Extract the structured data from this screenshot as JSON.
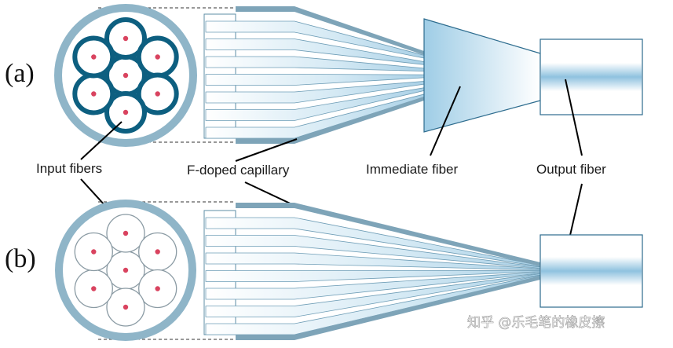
{
  "labels": {
    "panel_a": "(a)",
    "panel_b": "(b)",
    "input_fibers": "Input fibers",
    "capillary": "F-doped capillary",
    "immediate_fiber": "Immediate fiber",
    "output_fiber": "Output fiber"
  },
  "watermark": "知乎 @乐毛笔的橡皮擦",
  "colors": {
    "cladding_ring": "#8fb5c8",
    "fiber_ring_a": "#0d5f80",
    "fiber_ring_b": "#8a9aa3",
    "core": "#d9435f",
    "capillary_wall": "#7ea4b8",
    "taper_gradient": "#b9dcef",
    "outline": "#2d6c8e"
  },
  "panels": [
    {
      "id": "a",
      "fiber_count": 7,
      "has_immediate_fiber": true
    },
    {
      "id": "b",
      "fiber_count": 7,
      "has_immediate_fiber": false
    }
  ]
}
